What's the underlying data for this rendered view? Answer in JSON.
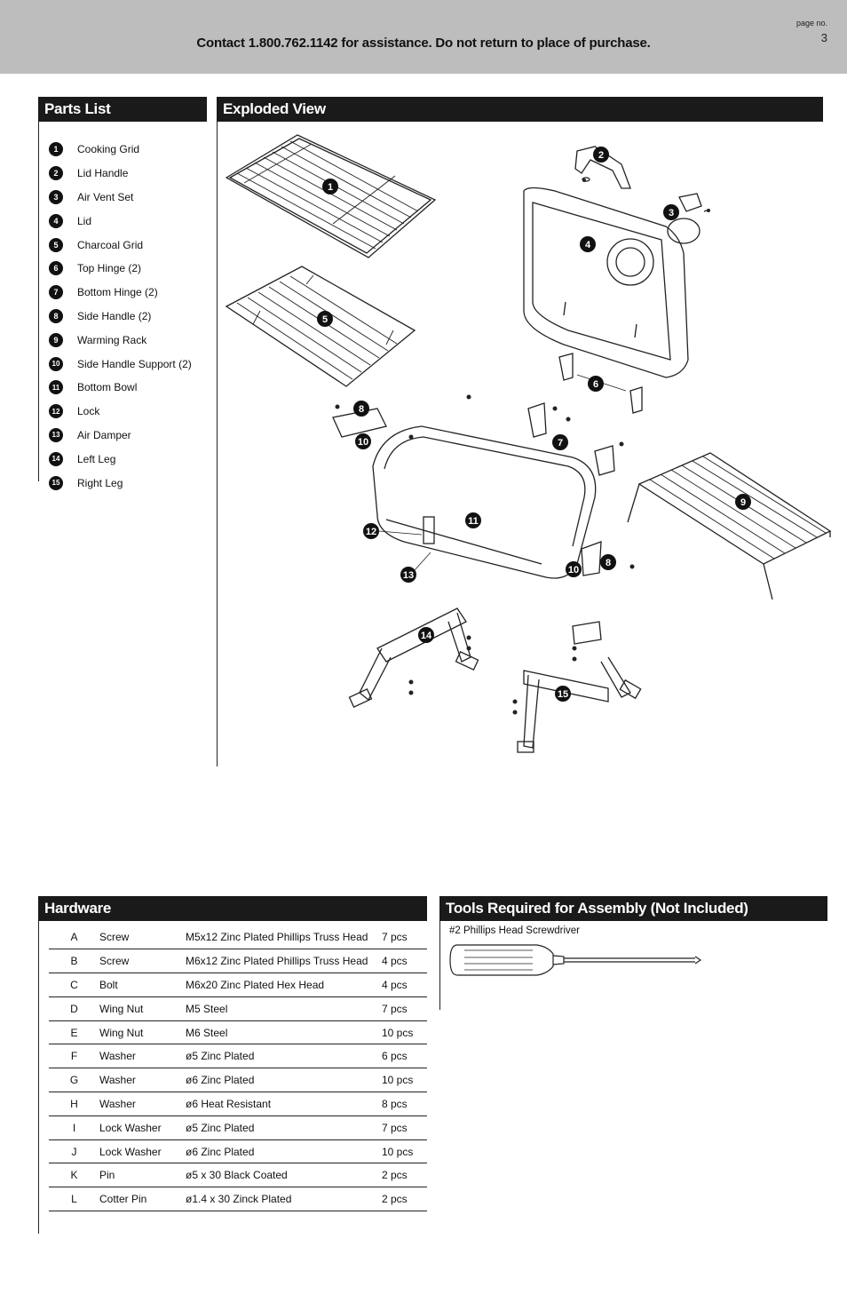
{
  "header": {
    "contact": "Contact 1.800.762.1142 for assistance. Do not return to place of purchase.",
    "page_label": "page no.",
    "page_number": "3"
  },
  "parts_list": {
    "title": "Parts List",
    "items": [
      {
        "num": "1",
        "label": "Cooking Grid"
      },
      {
        "num": "2",
        "label": "Lid Handle"
      },
      {
        "num": "3",
        "label": "Air Vent Set"
      },
      {
        "num": "4",
        "label": "Lid"
      },
      {
        "num": "5",
        "label": "Charcoal Grid"
      },
      {
        "num": "6",
        "label": "Top Hinge (2)"
      },
      {
        "num": "7",
        "label": "Bottom Hinge (2)"
      },
      {
        "num": "8",
        "label": "Side Handle (2)"
      },
      {
        "num": "9",
        "label": "Warming Rack"
      },
      {
        "num": "10",
        "label": "Side Handle Support (2)"
      },
      {
        "num": "11",
        "label": "Bottom Bowl"
      },
      {
        "num": "12",
        "label": "Lock"
      },
      {
        "num": "13",
        "label": "Air Damper"
      },
      {
        "num": "14",
        "label": "Left Leg"
      },
      {
        "num": "15",
        "label": "Right Leg"
      }
    ]
  },
  "exploded_view": {
    "title": "Exploded View",
    "callouts": [
      "1",
      "2",
      "3",
      "4",
      "5",
      "6",
      "7",
      "8",
      "9",
      "10",
      "11",
      "12",
      "13",
      "14",
      "15",
      "8",
      "10"
    ]
  },
  "hardware": {
    "title": "Hardware",
    "rows": [
      {
        "letter": "A",
        "name": "Screw",
        "spec": "M5x12 Zinc Plated Phillips Truss Head",
        "qty": "7 pcs"
      },
      {
        "letter": "B",
        "name": "Screw",
        "spec": "M6x12 Zinc Plated Phillips Truss Head",
        "qty": "4 pcs"
      },
      {
        "letter": "C",
        "name": "Bolt",
        "spec": "M6x20 Zinc Plated Hex Head",
        "qty": "4 pcs"
      },
      {
        "letter": "D",
        "name": "Wing Nut",
        "spec": "M5 Steel",
        "qty": "7 pcs"
      },
      {
        "letter": "E",
        "name": "Wing Nut",
        "spec": "M6 Steel",
        "qty": "10 pcs"
      },
      {
        "letter": "F",
        "name": "Washer",
        "spec": "ø5 Zinc Plated",
        "qty": "6 pcs"
      },
      {
        "letter": "G",
        "name": "Washer",
        "spec": "ø6 Zinc Plated",
        "qty": "10 pcs"
      },
      {
        "letter": "H",
        "name": "Washer",
        "spec": "ø6 Heat Resistant",
        "qty": "8 pcs"
      },
      {
        "letter": "I",
        "name": "Lock Washer",
        "spec": "ø5 Zinc Plated",
        "qty": "7 pcs"
      },
      {
        "letter": "J",
        "name": "Lock Washer",
        "spec": "ø6 Zinc Plated",
        "qty": "10 pcs"
      },
      {
        "letter": "K",
        "name": "Pin",
        "spec": "ø5 x 30 Black Coated",
        "qty": "2 pcs"
      },
      {
        "letter": "L",
        "name": "Cotter Pin",
        "spec": "ø1.4 x 30 Zinck Plated",
        "qty": "2 pcs"
      }
    ]
  },
  "tools": {
    "title": "Tools Required for Assembly (Not Included)",
    "item": "#2 Phillips Head Screwdriver",
    "icon": "screwdriver-icon"
  }
}
